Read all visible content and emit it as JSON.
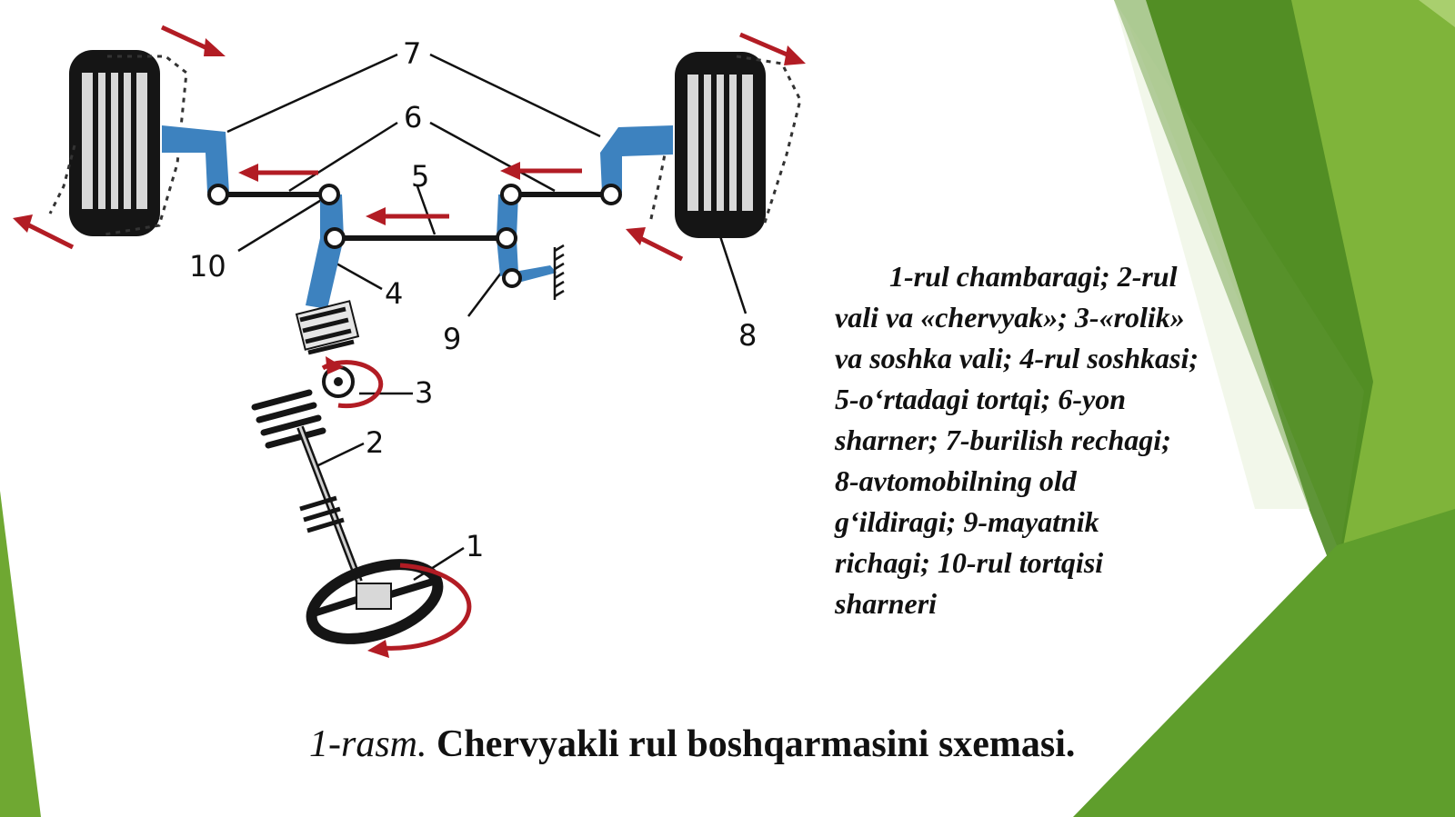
{
  "colors": {
    "green_dark": "#5f9e2c",
    "green_mid": "#7fb43a",
    "green_light": "#a9cf6e",
    "link_blue": "#3d82bf",
    "arrow_red": "#b21c24",
    "tire": "#151515"
  },
  "diagram": {
    "labels": {
      "n1": "1",
      "n2": "2",
      "n3": "3",
      "n4": "4",
      "n5": "5",
      "n6": "6",
      "n7": "7",
      "n8": "8",
      "n9": "9",
      "n10": "10"
    }
  },
  "legend": {
    "lines": [
      "1-rul chambaragi; 2-rul",
      "vali va «chervyak»; 3-«rolik»",
      "va soshka vali; 4-rul soshkasi;",
      " 5-o‘rtadagi tortqi; 6-yon",
      "sharner; 7-burilish rechagi;",
      "8-avtomobilning old",
      "g‘ildiragi; 9-mayatnik",
      "richagi; 10-rul tortqisi",
      "sharneri"
    ]
  },
  "caption": {
    "number": "1-rasm.",
    "title": "Chervyakli rul boshqarmasini sxemasi."
  }
}
